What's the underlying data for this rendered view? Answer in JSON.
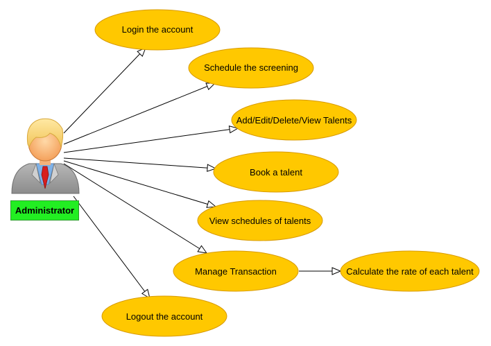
{
  "colors": {
    "usecase_fill": "#ffc800",
    "usecase_stroke": "#d89a00",
    "actor_label_fill": "#22ee22",
    "connector": "#000000"
  },
  "actor": {
    "label": "Administrator",
    "icon": "person-icon"
  },
  "use_cases": [
    {
      "label": "Login the account"
    },
    {
      "label": "Schedule the screening"
    },
    {
      "label": "Add/Edit/Delete/View Talents"
    },
    {
      "label": "Book a talent"
    },
    {
      "label": "View schedules of  talents"
    },
    {
      "label": "Manage Transaction"
    },
    {
      "label": "Logout the account"
    },
    {
      "label": "Calculate the rate of each talent"
    }
  ]
}
